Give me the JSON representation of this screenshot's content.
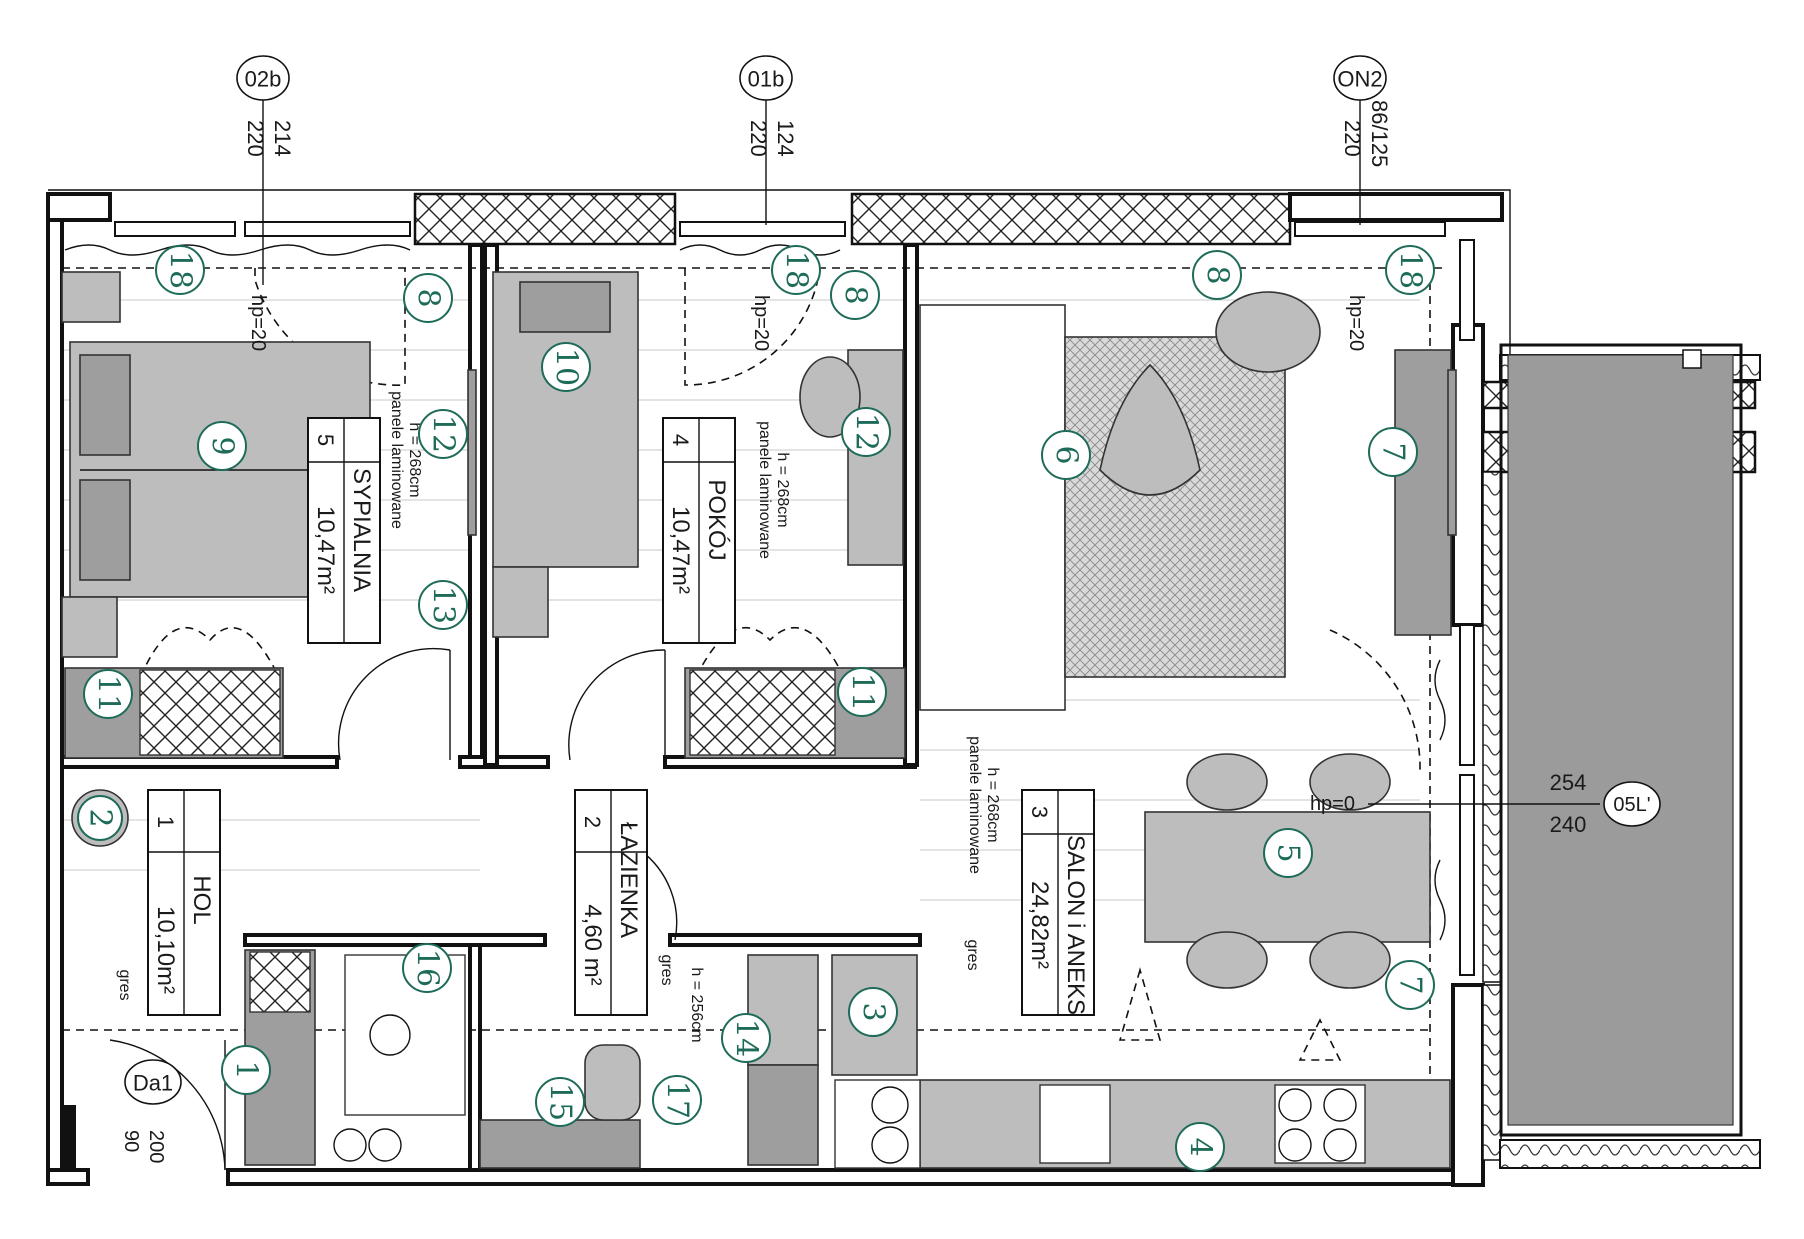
{
  "window_markers": [
    {
      "id": "02b",
      "width": "214",
      "height": "220"
    },
    {
      "id": "01b",
      "width": "124",
      "height": "220"
    },
    {
      "id": "ON2",
      "width": "86/125",
      "height": "220"
    }
  ],
  "balcony_door": {
    "id": "05L'",
    "width": "254",
    "height": "240"
  },
  "entry_door": {
    "id": "Da1",
    "width": "90",
    "height": "200"
  },
  "sill_labels": {
    "hp20": "hp=20",
    "hp0": "hp=0"
  },
  "rooms": [
    {
      "number": "5",
      "name": "SYPIALNIA",
      "area": "10,47m²",
      "height_note": "h = 268cm",
      "floor_note": "panele laminowane"
    },
    {
      "number": "4",
      "name": "POKÓJ",
      "area": "10,47m²",
      "height_note": "h = 268cm",
      "floor_note": "panele laminowane"
    },
    {
      "number": "3",
      "name": "SALON i ANEKS",
      "area": "24,82m²",
      "height_note": "h = 268cm",
      "floor_note": "panele laminowane"
    },
    {
      "number": "2",
      "name": "ŁAZIENKA",
      "area": "4,60 m²",
      "height_note": "h = 256cm",
      "floor_note": "gres"
    },
    {
      "number": "1",
      "name": "HOL",
      "area": "10,10m²",
      "height_note": "",
      "floor_note": "gres"
    }
  ],
  "salon_floor_note": "gres",
  "item_numbers": {
    "n1": "1",
    "n2": "2",
    "n3": "3",
    "n4": "4",
    "n5": "5",
    "n6": "6",
    "n7": "7",
    "n8": "8",
    "n9": "9",
    "n10": "10",
    "n11": "11",
    "n12": "12",
    "n13": "13",
    "n14": "14",
    "n15": "15",
    "n16": "16",
    "n17": "17",
    "n18": "18"
  },
  "colors": {
    "accent": "#1f6b5a",
    "furniture": "#bdbdbd",
    "wall": "#111111"
  }
}
